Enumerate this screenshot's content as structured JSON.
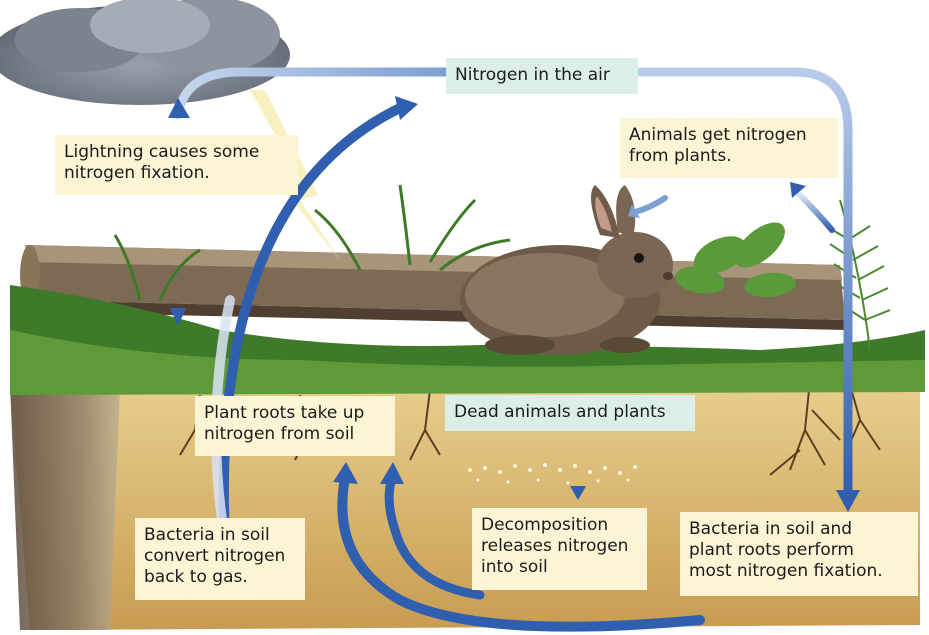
{
  "labels": {
    "nitrogen_air": "Nitrogen in the air",
    "lightning": "Lightning causes some\nnitrogen fixation.",
    "animals_get": "Animals get nitrogen\nfrom plants.",
    "plant_roots": "Plant roots take up\nnitrogen from soil",
    "dead_animals": "Dead animals and plants",
    "bacteria_convert": "Bacteria in soil\nconvert nitrogen\nback to gas.",
    "decomposition": "Decomposition\nreleases nitrogen\ninto soil",
    "bacteria_fixation": "Bacteria in soil and\nplant roots perform\nmost nitrogen fixation."
  },
  "colors": {
    "arrow": "#2f5fae",
    "arrow_faded": "#a9c1e3",
    "label_cream": "#fbf5d6",
    "label_mint": "#dcefe6",
    "soil": "#d6b46e",
    "grass": "#4f8a2f",
    "sky": "#ffffff"
  },
  "icons": [
    "cloud-icon",
    "lightning-bolt-icon",
    "rabbit-icon",
    "log-icon",
    "plant-icon",
    "fern-icon",
    "roots-icon",
    "bacteria-dots-icon"
  ]
}
